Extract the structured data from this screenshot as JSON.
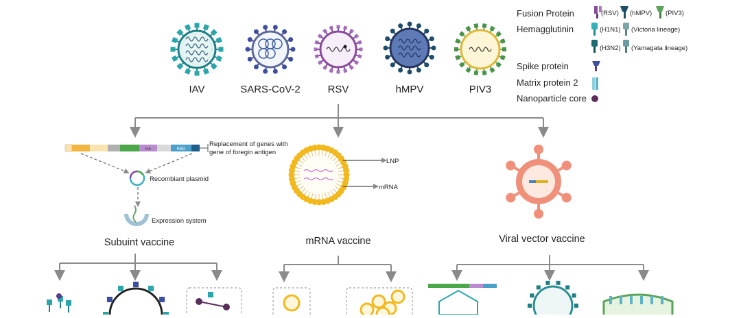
{
  "viruses": [
    "IAV",
    "SARS-CoV-2",
    "RSV",
    "hMPV",
    "PIV3"
  ],
  "legend": {
    "fusion_protein": "Fusion Protein",
    "fusion_rsv": "(RSV)",
    "fusion_hmpv": "(hMPV)",
    "fusion_piv3": "(PIV3)",
    "hemagglutinin": "Hemagglutinin",
    "h1n1": "(H1N1)",
    "victoria": "(Victoria lineage)",
    "h3n2": "(H3N2)",
    "yamagata": "(Yamagata lineage)",
    "spike": "Spike protein",
    "matrix": "Matrix protein 2",
    "core": "Nanoparticle core"
  },
  "subunit": {
    "replacement": "Replacement of genes with",
    "replacement2": "gene of foregin antigen",
    "plasmid": "Recombiant plasmid",
    "expression": "Expression system",
    "title": "Subuint vaccine",
    "gene_ha": "HA",
    "gene_rbd": "RBD"
  },
  "mrna": {
    "lnp": "LNP",
    "mrna": "mRNA",
    "title": "mRNA vaccine"
  },
  "viral_vector": {
    "title": "Viral vector vaccine"
  },
  "colors": {
    "iav": "#1f8a8f",
    "rsv": "#8a4a9c",
    "hmpv": "#1e4d6b",
    "piv3": "#5aa35a",
    "lnp": "#f2b91e",
    "vector": "#f0907a",
    "arrow": "#8a8a8a"
  }
}
